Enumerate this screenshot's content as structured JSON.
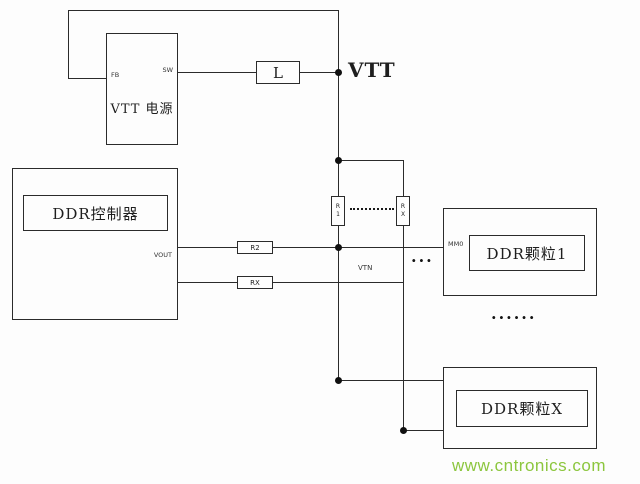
{
  "labels": {
    "vtt_supply": "VTT 电源",
    "pin_fb": "FB",
    "pin_sw": "SW",
    "inductor": "L",
    "vtt_node": "VTT",
    "r1": "R1",
    "rx_pullup": "RX",
    "r2": "R2",
    "rx_series": "RX",
    "controller": "DDR控制器",
    "pin_vout": "VOUT",
    "ddr1": "DDR颗粒1",
    "pin_mm0": "MM0",
    "ddrx": "DDR颗粒X",
    "net_vtn": "VTN",
    "dots_three": "···",
    "dots_six": "······"
  },
  "watermark": "www.cntronics.com",
  "colors": {
    "line": "#2b2b2b",
    "watermark_green": "#8cc63e"
  }
}
